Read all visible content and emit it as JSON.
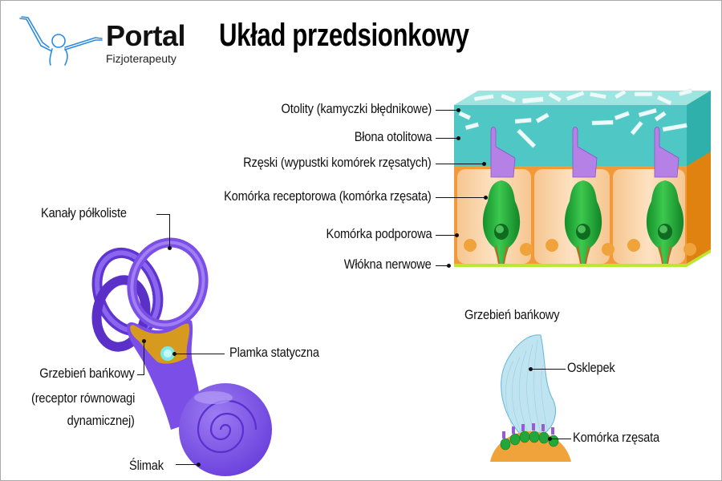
{
  "header": {
    "logo": {
      "name": "Portal",
      "subtitle": "Fizjoterapeuty",
      "icon": "person-arms-raised-icon",
      "color": "#2a8be0"
    },
    "title": "Układ przedsionkowy"
  },
  "macula_diagram": {
    "labels": [
      "Otolity (kamyczki błędnikowe)",
      "Błona otolitowa",
      "Rzęski (wypustki komórek rzęsatych)",
      "Komórka receptorowa (komórka rzęsata)",
      "Komórka podporowa",
      "Włókna nerwowe"
    ],
    "colors": {
      "membrane": "#4fc7c4",
      "membrane_side": "#2fb0ab",
      "otolith": "#eaf8f7",
      "support_tissue": "#f8d2a6",
      "support_side": "#e0820f",
      "hair_cell": "#22a83a",
      "cilia": "#b681e6",
      "nerve_layer": "#b8e830",
      "nucleus_support": "#f0a33a"
    },
    "hair_cell_count": 3
  },
  "labyrinth_diagram": {
    "labels": {
      "canals": "Kanały półkoliste",
      "macula": "Plamka statyczna",
      "crista_line1": "Grzebień bańkowy",
      "crista_line2": "(receptor równowagi",
      "crista_line3": "dynamicznej)",
      "cochlea": "Ślimak"
    },
    "colors": {
      "labyrinth": "#7b4ee8",
      "labyrinth_light": "#a17ff0",
      "vestibule": "#d69a1f",
      "macula_spot": "#7fe8e6"
    }
  },
  "crista_diagram": {
    "title": "Grzebień bańkowy",
    "labels": {
      "cupula": "Osklepek",
      "hair_cell": "Komórka rzęsata"
    },
    "colors": {
      "cupula": "#bfe3ef",
      "cupula_edge": "#5fb6dc",
      "base": "#f0a33a",
      "cells": "#22a83a",
      "cilia": "#9a5ad8"
    }
  }
}
